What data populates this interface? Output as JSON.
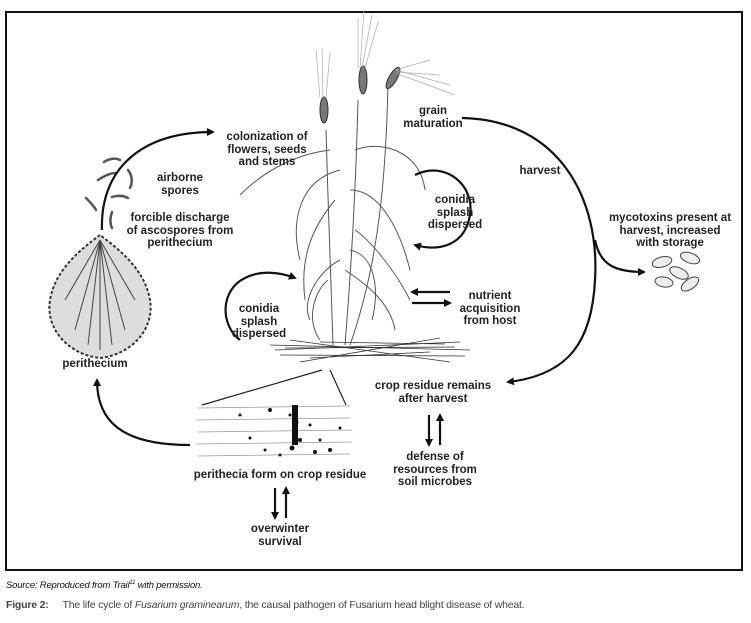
{
  "figure": {
    "labels": {
      "colonization": "colonization of\nflowers, seeds\nand stems",
      "airborne_spores": "airborne\nspores",
      "forcible_discharge": "forcible discharge\nof ascospores from\nperithecium",
      "perithecium": "perithecium",
      "grain_maturation": "grain\nmaturation",
      "harvest": "harvest",
      "conidia_upper": "conidia\nsplash\ndispersed",
      "conidia_lower": "conidia\nsplash\ndispersed",
      "mycotoxins": "mycotoxins present at\nharvest, increased\nwith storage",
      "nutrient": "nutrient\nacquisition\nfrom host",
      "crop_residue": "crop residue remains\nafter harvest",
      "defense": "defense of\nresources from\nsoil microbes",
      "perithecia_form": "perithecia form on crop residue",
      "overwinter": "overwinter\nsurvival"
    },
    "icons": [
      "wheat-plant-illustration",
      "perithecium-illustration",
      "spores-icon",
      "grains-icon",
      "crop-residue-illustration",
      "residue-closeup-illustration"
    ]
  },
  "caption": {
    "source_prefix": "Source: Reproduced from Trail",
    "source_ref": "11",
    "source_suffix": " with permission.",
    "figure_number": "Figure 2:",
    "text_before": "The life cycle of ",
    "species": "Fusarium graminearum",
    "text_after": ", the causal pathogen of Fusarium head blight disease of wheat."
  }
}
